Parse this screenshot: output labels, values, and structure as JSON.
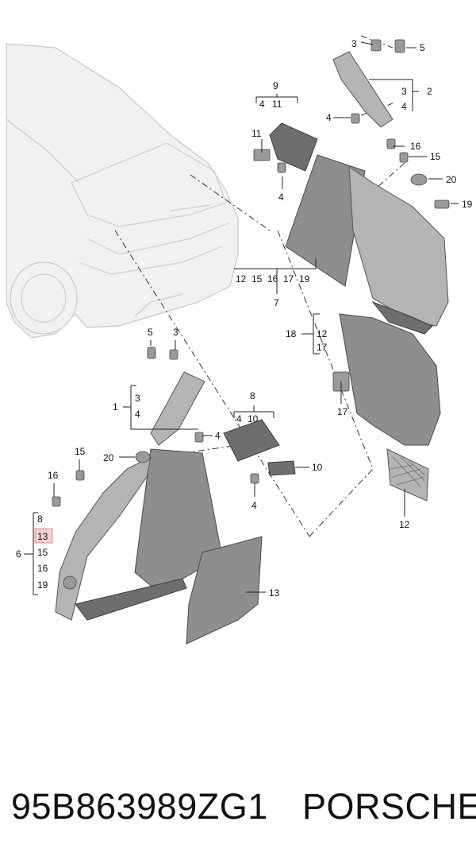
{
  "labels": {
    "n1": "1",
    "n2": "2",
    "n3a": "3",
    "n3b": "3",
    "n3c": "3",
    "n3d": "3",
    "n4a": "4",
    "n4b": "4",
    "n4c": "4",
    "n4d": "4",
    "n4e": "4",
    "n4f": "4",
    "n4g": "4",
    "n4h": "4",
    "n5a": "5",
    "n5b": "5",
    "n6": "6",
    "n7": "7",
    "n8a": "8",
    "n8b": "8",
    "n9": "9",
    "n10a": "10",
    "n10b": "10",
    "n11a": "11",
    "n11b": "11",
    "n12a": "12",
    "n12b": "12",
    "n12c": "12",
    "n13a": "13",
    "n13b": "13",
    "n15a": "15",
    "n15b": "15",
    "n15c": "15",
    "n15d": "15",
    "n16a": "16",
    "n16b": "16",
    "n16c": "16",
    "n16d": "16",
    "n17a": "17",
    "n17b": "17",
    "n17c": "17",
    "n18": "18",
    "n19a": "19",
    "n19b": "19",
    "n19c": "19",
    "n20a": "20",
    "n20b": "20"
  },
  "highlight_color": "#f6d1d1",
  "footer": {
    "part_number": "95B863989ZG1",
    "brand": "PORSCHE"
  }
}
